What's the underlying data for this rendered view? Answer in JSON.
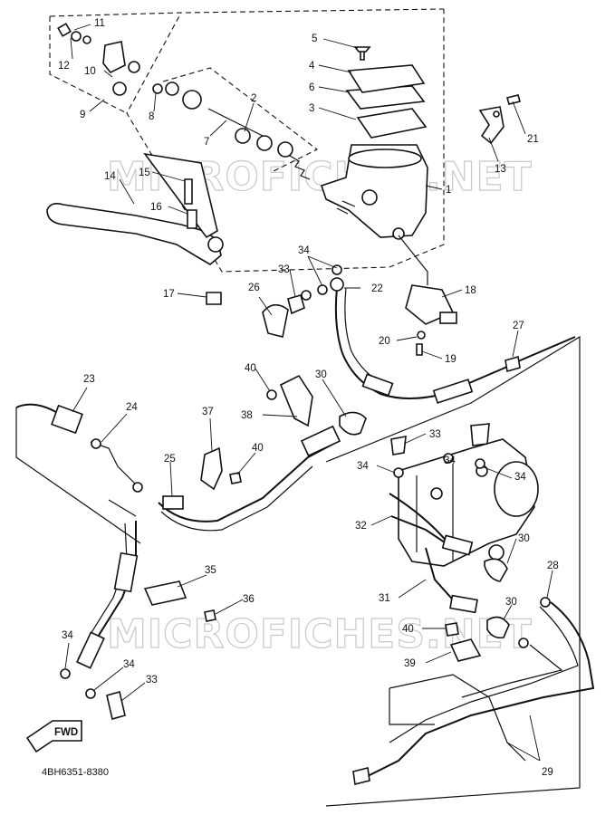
{
  "watermark": "MICROFICHES.NET",
  "diagram_code": "4BH6351-8380",
  "fwd_label": "FWD",
  "callouts": {
    "c1": "1",
    "c2": "2",
    "c3": "3",
    "c4": "4",
    "c5": "5",
    "c6": "6",
    "c7": "7",
    "c8": "8",
    "c9": "9",
    "c10": "10",
    "c11": "11",
    "c12": "12",
    "c13": "13",
    "c14": "14",
    "c15": "15",
    "c16": "16",
    "c17": "17",
    "c18": "18",
    "c19": "19",
    "c20": "20",
    "c21": "21",
    "c22": "22",
    "c23": "23",
    "c24": "24",
    "c25": "25",
    "c26": "26",
    "c27": "27",
    "c28": "28",
    "c29": "29",
    "c30": "30",
    "c31": "31",
    "c32": "32",
    "c33": "33",
    "c34": "34",
    "c35": "35",
    "c36": "36",
    "c37": "37",
    "c38": "38",
    "c39": "39",
    "c40": "40"
  }
}
